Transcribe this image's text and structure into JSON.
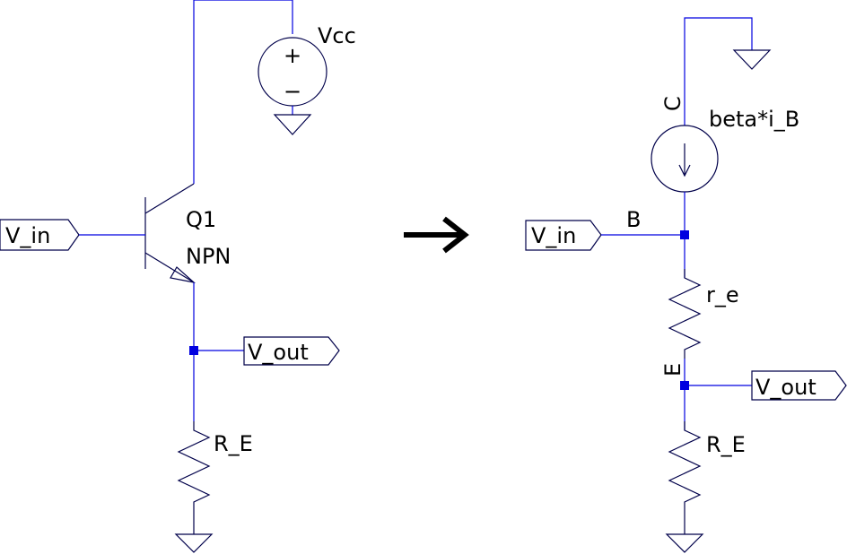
{
  "left_circuit": {
    "vcc_label": "Vcc",
    "vsrc_plus": "+",
    "vsrc_minus": "−",
    "transistor_name": "Q1",
    "transistor_type": "NPN",
    "input_port": "V_in",
    "output_port": "V_out",
    "emitter_resistor": "R_E"
  },
  "arrow": "→",
  "right_circuit": {
    "collector_label": "C",
    "current_source_label": "beta*i_B",
    "base_label": "B",
    "input_port": "V_in",
    "emitter_res_label": "r_e",
    "emitter_label": "E",
    "output_port": "V_out",
    "emitter_resistor": "R_E"
  },
  "colors": {
    "wire": "#0000e0",
    "component": "#00004a",
    "text": "#000000"
  }
}
